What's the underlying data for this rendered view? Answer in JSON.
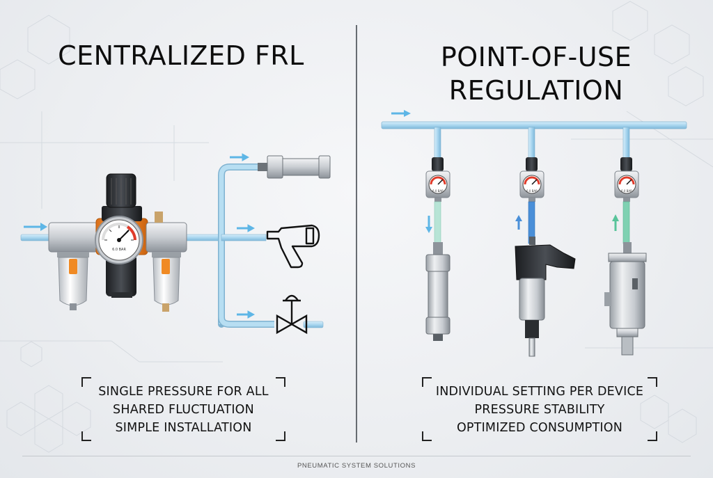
{
  "left": {
    "title": "CENTRALIZED FRL",
    "features": [
      "SINGLE PRESSURE FOR ALL",
      "SHARED FLUCTUATION",
      "SIMPLE INSTALLATION"
    ],
    "gauge_label": "6.0 BAR"
  },
  "right": {
    "title_line1": "POINT-OF-USE",
    "title_line2": "REGULATION",
    "features": [
      "INDIVIDUAL SETTING PER DEVICE",
      "PRESSURE STABILITY",
      "OPTIMIZED CONSUMPTION"
    ],
    "gauge_label": "6.0 BAR"
  },
  "footer": "PNEUMATIC SYSTEM SOLUTIONS",
  "colors": {
    "pipe": "#a9d6ef",
    "pipe_edge": "#6fa9cb",
    "arrow": "#5eb6e6",
    "orange": "#f08a24",
    "arrow_blue": "#4a8fd8",
    "arrow_green": "#58c49a"
  },
  "icons": [
    "frl-unit-icon",
    "cylinder-icon",
    "drill-icon",
    "valve-icon",
    "regulator-icon",
    "pneumatic-tool-icon",
    "rotary-actuator-icon"
  ]
}
